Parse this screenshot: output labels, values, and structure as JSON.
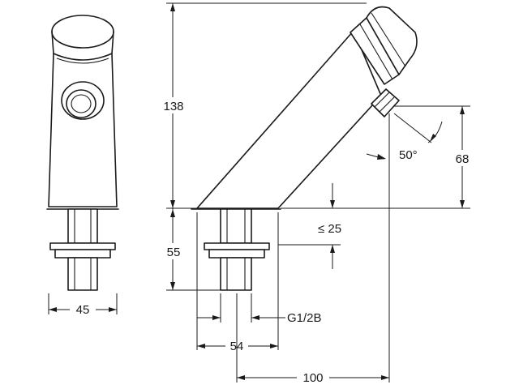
{
  "dimensions": {
    "body_height": "138",
    "base_width_front": "45",
    "shank_height": "55",
    "button_height": "68",
    "thread": "G1/2B",
    "flange_width": "54",
    "reach": "100",
    "max_deck_thickness": "≤ 25",
    "push_angle": "50°"
  },
  "colors": {
    "line": "#1a1a1a",
    "background": "#ffffff"
  }
}
